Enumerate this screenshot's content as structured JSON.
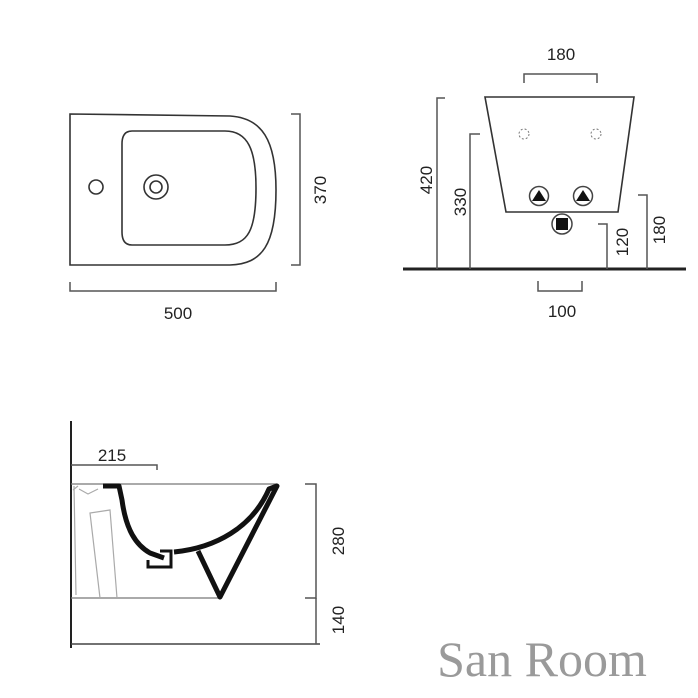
{
  "top_view": {
    "width_label": "500",
    "depth_label": "370"
  },
  "front_view": {
    "tap_holes_spacing": "180",
    "total_height": "420",
    "fixing_height": "330",
    "drain_height": "120",
    "supply_height": "180",
    "drain_width": "100"
  },
  "side_view": {
    "drain_offset": "215",
    "bowl_height": "280",
    "floor_clearance": "140"
  },
  "watermark": "San Room"
}
